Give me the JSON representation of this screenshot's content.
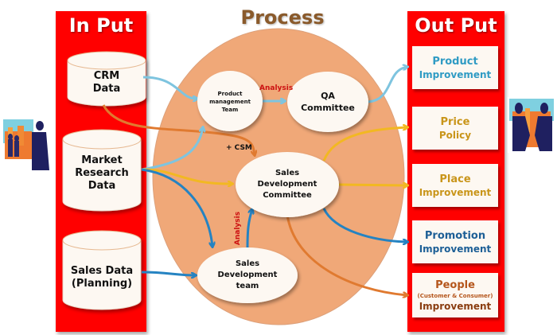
{
  "colors": {
    "column_red": "#ff0000",
    "process_fill": "#f0a878",
    "arrow_light_blue": "#7ec4df",
    "arrow_yellow": "#f2b822",
    "arrow_orange": "#e07a30",
    "arrow_dark_blue": "#2583c2",
    "analysis_red": "#cc1111",
    "process_title": "#8a5a2b"
  },
  "input": {
    "title": "In Put",
    "items": [
      {
        "line1": "CRM",
        "line2": "Data",
        "line3": ""
      },
      {
        "line1": "Market",
        "line2": "Research",
        "line3": "Data"
      },
      {
        "line1": "Sales Data",
        "line2": "(Planning)",
        "line3": ""
      }
    ]
  },
  "process": {
    "title": "Process",
    "nodes": {
      "product_mgmt": {
        "line1": "Product",
        "line2": "management",
        "line3": "Team"
      },
      "qa": {
        "line1": "QA",
        "line2": "Committee"
      },
      "sales_dev_committee": {
        "line1": "Sales",
        "line2": "Development",
        "line3": "Committee"
      },
      "sales_dev_team": {
        "line1": "Sales",
        "line2": "Development",
        "line3": "team"
      }
    },
    "labels": {
      "analysis_top": "Analysis",
      "analysis_vertical": "Analysis",
      "csm": "+ CSM"
    }
  },
  "output": {
    "title": "Out Put",
    "items": [
      {
        "line1": "Product",
        "sub": "",
        "line2": "Improvement",
        "color1": "#2f9bc4",
        "color2": "#2f9bc4"
      },
      {
        "line1": "Price",
        "sub": "",
        "line2": "Policy",
        "color1": "#c9951a",
        "color2": "#c9951a"
      },
      {
        "line1": "Place",
        "sub": "",
        "line2": "Improvement",
        "color1": "#c9951a",
        "color2": "#c9951a"
      },
      {
        "line1": "Promotion",
        "sub": "",
        "line2": "Improvement",
        "color1": "#1d5f96",
        "color2": "#1d5f96"
      },
      {
        "line1": "People",
        "sub": "(Customer & Consumer)",
        "line2": "Improvement",
        "color1": "#b5561c",
        "color2": "#8a3d10"
      }
    ]
  },
  "images": {
    "left": "businessman-presenting-icon",
    "right": "handshake-icon"
  }
}
